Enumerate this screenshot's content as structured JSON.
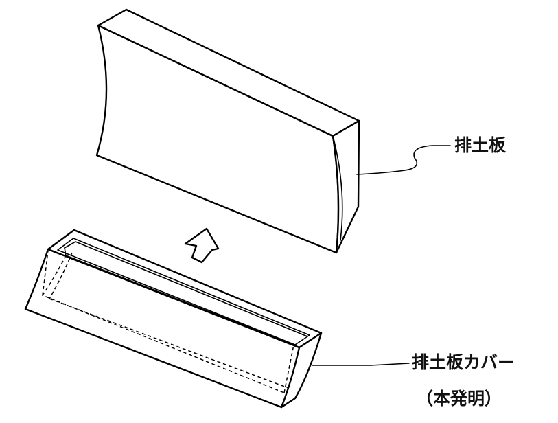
{
  "labels": {
    "blade": "排土板",
    "cover": "排土板カバー",
    "invention": "（本発明）"
  },
  "colors": {
    "line": "#000000",
    "background": "#ffffff"
  }
}
